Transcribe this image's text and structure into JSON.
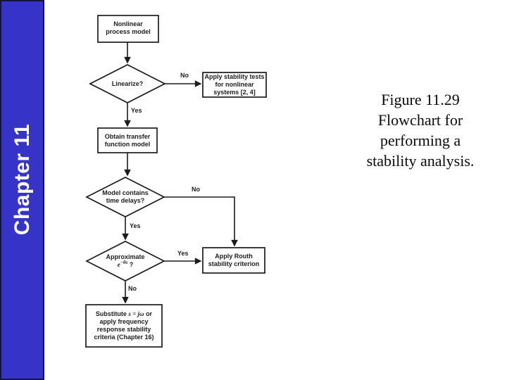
{
  "sidebar": {
    "label": "Chapter 11",
    "bg_color": "#3634c8",
    "border_color": "#14143c",
    "text_color": "#ffffff"
  },
  "caption": {
    "lines": [
      "Figure 11.29",
      "Flowchart for",
      "performing a",
      "stability analysis."
    ]
  },
  "flowchart": {
    "ink_color": "#1c1c1c",
    "box_nonlinear": {
      "lines": [
        "Nonlinear",
        "process model"
      ]
    },
    "diamond_linearize": {
      "label": "Linearize?"
    },
    "label_no_1": "No",
    "box_apply_tests": {
      "lines": [
        "Apply stability tests",
        "for nonlinear",
        "systems [2, 4]"
      ]
    },
    "label_yes_1": "Yes",
    "box_transfer": {
      "lines": [
        "Obtain transfer",
        "function model"
      ]
    },
    "diamond_time_delays": {
      "lines": [
        "Model contains",
        "time delays?"
      ]
    },
    "label_no_2": "No",
    "label_yes_2": "Yes",
    "diamond_approximate": {
      "line1": "Approximate",
      "math_base": "e",
      "math_sup": "−θs",
      "math_suffix": " ?"
    },
    "label_yes_3": "Yes",
    "box_routh": {
      "lines": [
        "Apply Routh",
        "stability criterion"
      ]
    },
    "label_no_3": "No",
    "box_substitute": {
      "line1_pre": "Substitute ",
      "line1_math": "s = jω",
      "line1_post": " or",
      "lines_rest": [
        "apply frequency",
        "response stability",
        "criteria (Chapter 16)"
      ]
    }
  }
}
